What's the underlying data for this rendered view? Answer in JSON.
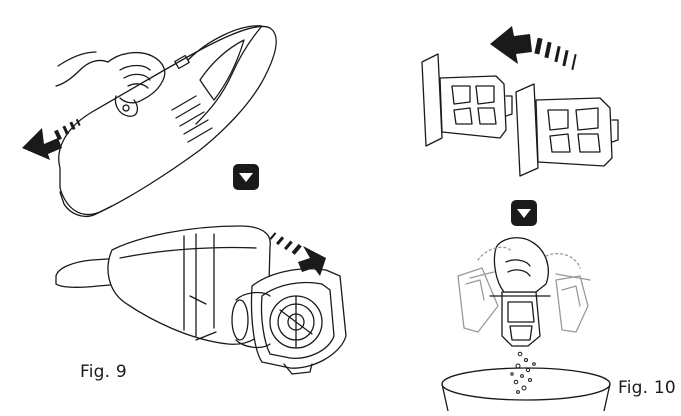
{
  "figures": [
    {
      "id": "fig9",
      "caption": "Fig. 9"
    },
    {
      "id": "fig10",
      "caption": "Fig. 10"
    }
  ],
  "colors": {
    "ink": "#1a1a1a",
    "light_ink": "#9a9a9a",
    "background": "#ffffff"
  },
  "icons": [
    "step-down-icon",
    "direction-arrow-icon"
  ]
}
